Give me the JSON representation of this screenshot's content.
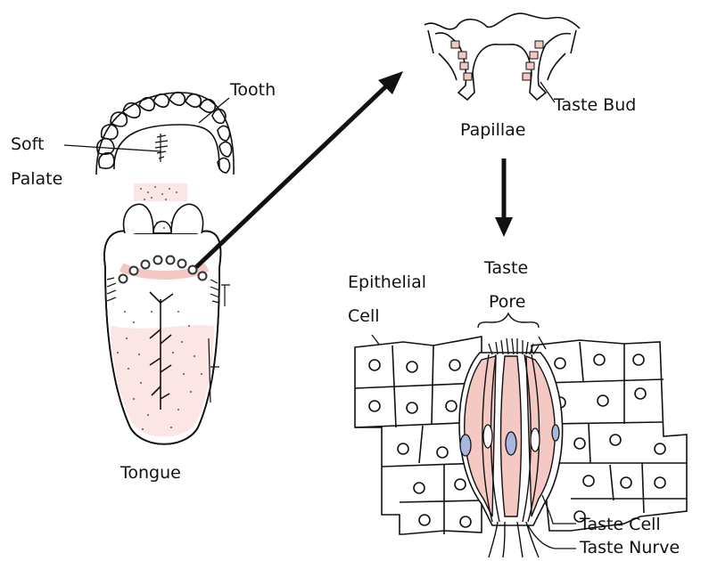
{
  "labels": {
    "tooth": "Tooth",
    "soft": "Soft",
    "palate": "Palate",
    "tongue": "Tongue",
    "papillae": "Papillae",
    "taste_bud": "Taste Bud",
    "taste": "Taste",
    "pore": "Pore",
    "epithelial": "Epithelial",
    "cell": "Cell",
    "taste_cell": "Taste Cell",
    "taste_nurve": "Taste  Nurve"
  },
  "colors": {
    "ink": "#111111",
    "pink": "#f4c9c3",
    "light_pink": "#fbe5e5",
    "blue_nucleus": "#a9b6de"
  }
}
